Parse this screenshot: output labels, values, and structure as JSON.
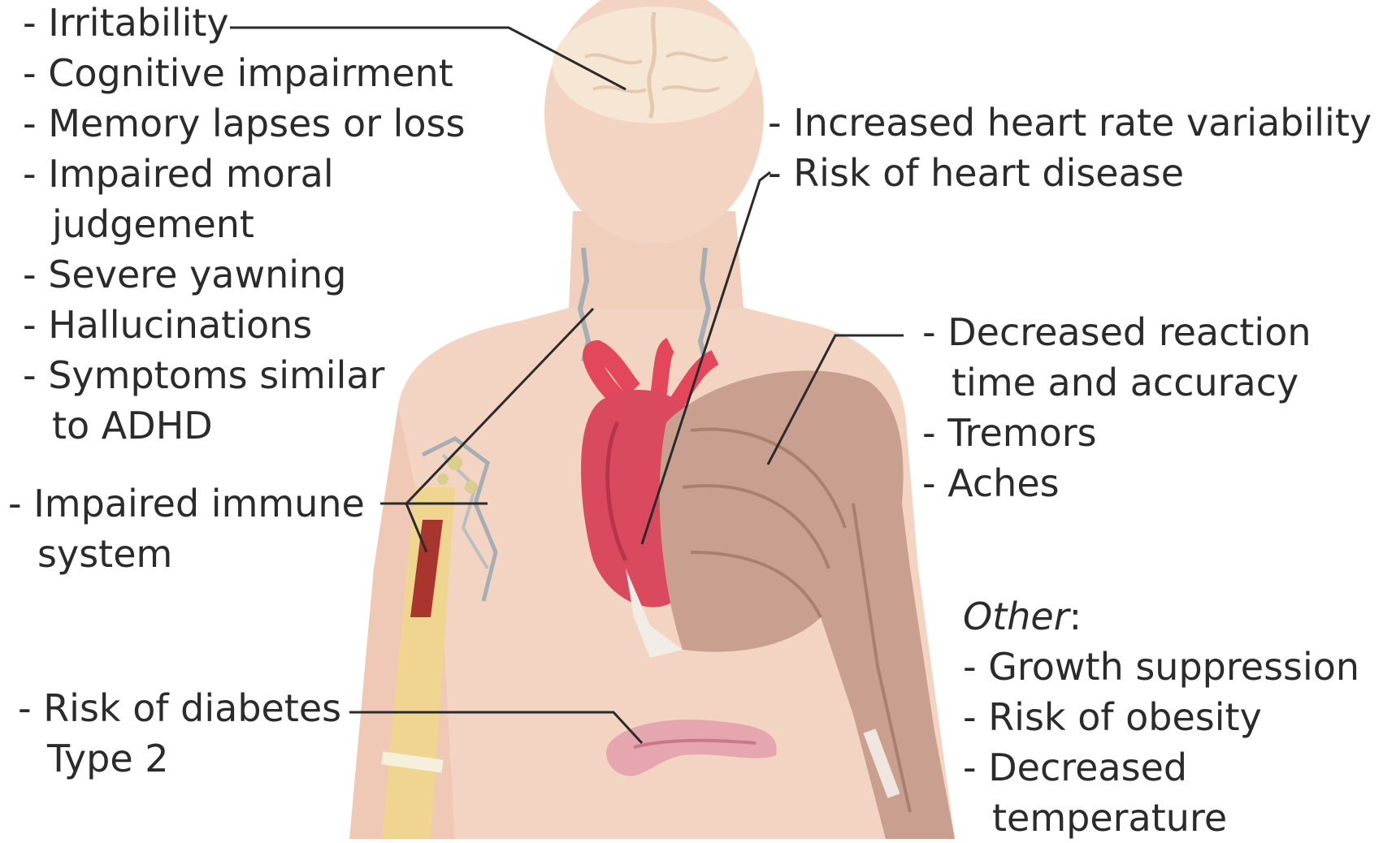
{
  "colors": {
    "skin": "#f3d4c3",
    "skin_shadow": "#eec8b6",
    "brain": "#f6e6d4",
    "heart": "#d94a5e",
    "artery": "#e2475b",
    "muscle": "#c9a090",
    "muscle_dark": "#a9806f",
    "bone": "#efd58f",
    "marrow": "#a8362e",
    "pancreas": "#e5a6b0",
    "lymph": "#a6adb3",
    "leader_line": "#2b2b2b"
  },
  "labels": {
    "brain": [
      "- Irritability",
      "- Cognitive impairment",
      "- Memory lapses or loss",
      "- Impaired moral",
      "judgement",
      "- Severe yawning",
      "- Hallucinations",
      "- Symptoms similar",
      "to ADHD"
    ],
    "heart": [
      "- Increased heart rate variability",
      "- Risk of heart disease"
    ],
    "muscle": [
      "- Decreased reaction",
      "time and accuracy",
      "- Tremors",
      "- Aches"
    ],
    "immune": [
      "- Impaired immune",
      "system"
    ],
    "diabetes": [
      "- Risk of diabetes",
      "Type 2"
    ],
    "other": {
      "heading": "Other",
      "colon": ":",
      "items": [
        "- Growth suppression",
        "- Risk of obesity",
        "- Decreased",
        "temperature"
      ]
    }
  }
}
